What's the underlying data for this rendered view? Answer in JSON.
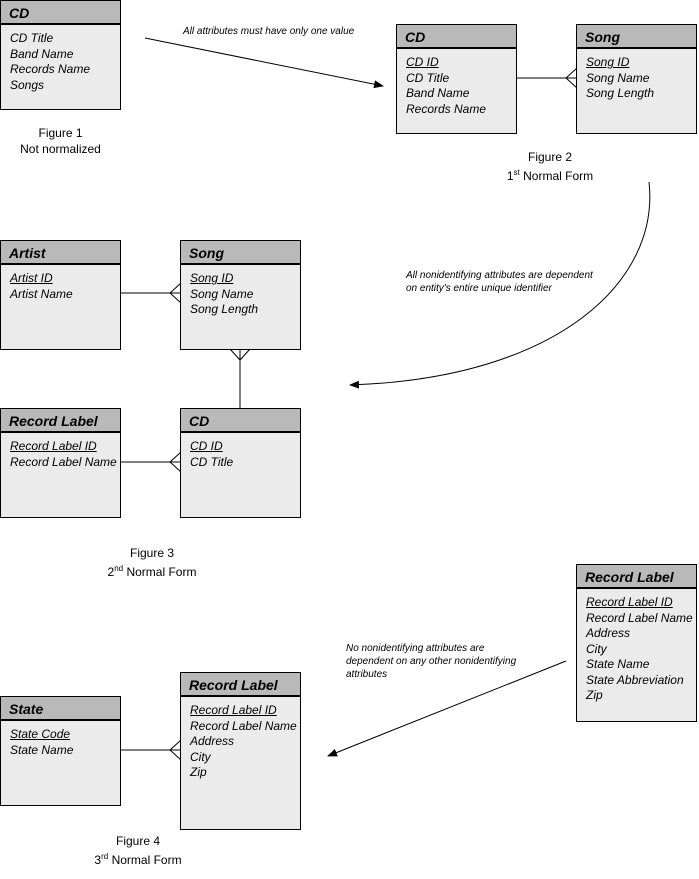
{
  "fig1": {
    "cd": {
      "title": "CD",
      "attrs": [
        "CD Title",
        "Band Name",
        "Records Name",
        "Songs"
      ]
    },
    "caption": [
      "Figure 1",
      "Not normalized"
    ]
  },
  "note1": "All attributes must have only one value",
  "fig2": {
    "cd": {
      "title": "CD",
      "pk": "CD ID",
      "attrs": [
        "CD Title",
        "Band Name",
        "Records Name"
      ]
    },
    "song": {
      "title": "Song",
      "pk": "Song ID",
      "attrs": [
        "Song Name",
        "Song Length"
      ]
    },
    "caption_line1": "Figure 2",
    "caption_num": "1",
    "caption_sup": "st",
    "caption_rest": " Normal Form"
  },
  "note2": [
    "All nonidentifying attributes are dependent",
    "on entity's entire unique identifier"
  ],
  "fig3": {
    "artist": {
      "title": "Artist",
      "pk": "Artist ID",
      "attrs": [
        "Artist Name"
      ]
    },
    "song": {
      "title": "Song",
      "pk": "Song ID",
      "attrs": [
        "Song Name",
        "Song Length"
      ]
    },
    "record_label": {
      "title": "Record Label",
      "pk": "Record Label ID",
      "attrs": [
        "Record Label Name"
      ]
    },
    "cd": {
      "title": "CD",
      "pk": "CD ID",
      "attrs": [
        "CD Title"
      ]
    },
    "caption_line1": "Figure 3",
    "caption_num": "2",
    "caption_sup": "nd",
    "caption_rest": " Normal Form"
  },
  "record_label_full": {
    "title": "Record Label",
    "pk": "Record Label ID",
    "attrs": [
      "Record Label Name",
      "Address",
      "City",
      "State Name",
      "State Abbreviation",
      "Zip"
    ]
  },
  "note3": [
    "No nonidentifying attributes are",
    "dependent on any other nonidentifying",
    "attributes"
  ],
  "fig4": {
    "state": {
      "title": "State",
      "pk": "State Code",
      "attrs": [
        "State Name"
      ]
    },
    "record_label": {
      "title": "Record Label",
      "pk": "Record Label ID",
      "attrs": [
        "Record Label Name",
        "Address",
        "City",
        "Zip"
      ]
    },
    "caption_line1": "Figure 4",
    "caption_num": "3",
    "caption_sup": "rd",
    "caption_rest": " Normal Form"
  }
}
